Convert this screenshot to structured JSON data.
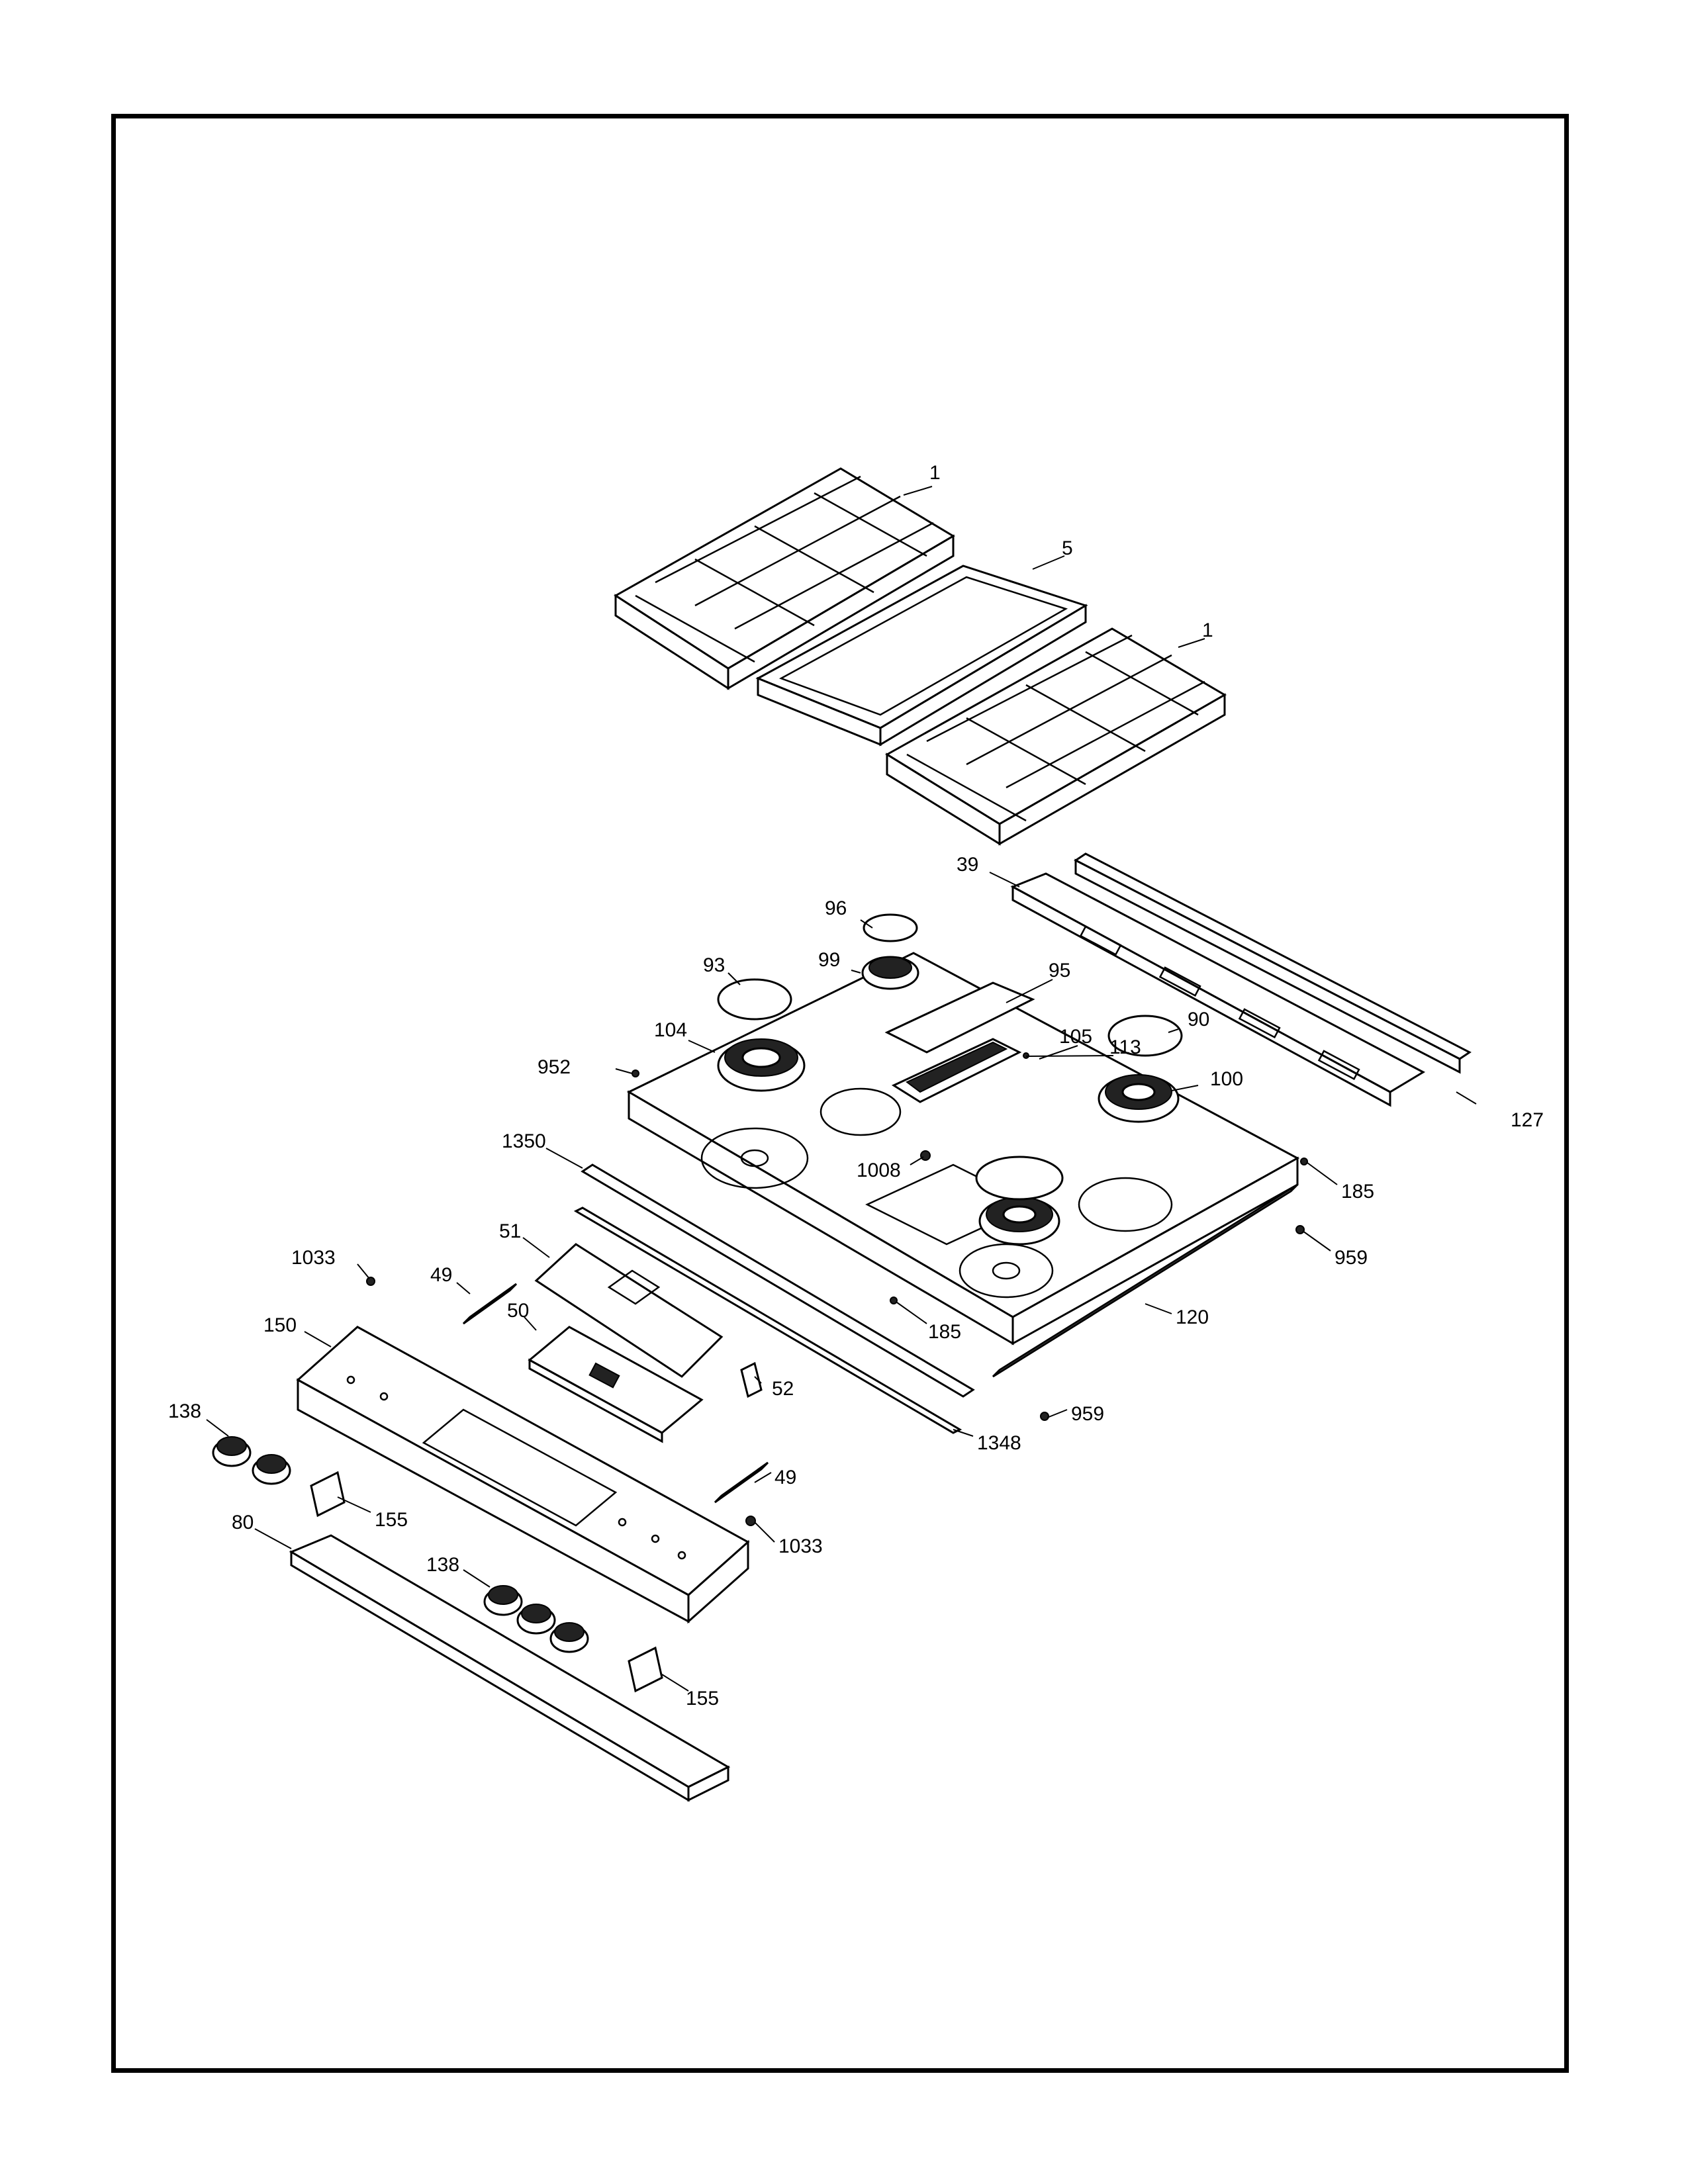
{
  "diagram": {
    "colors": {
      "line": "#000000",
      "background": "#ffffff",
      "frame": "#000000"
    },
    "callouts": [
      {
        "id": "c1a",
        "label": "1"
      },
      {
        "id": "c5",
        "label": "5"
      },
      {
        "id": "c1b",
        "label": "1"
      },
      {
        "id": "c39",
        "label": "39"
      },
      {
        "id": "c96",
        "label": "96"
      },
      {
        "id": "c93",
        "label": "93"
      },
      {
        "id": "c99",
        "label": "99"
      },
      {
        "id": "c95",
        "label": "95"
      },
      {
        "id": "c104",
        "label": "104"
      },
      {
        "id": "c105",
        "label": "105"
      },
      {
        "id": "c113",
        "label": "113"
      },
      {
        "id": "c90",
        "label": "90"
      },
      {
        "id": "c952",
        "label": "952"
      },
      {
        "id": "c100",
        "label": "100"
      },
      {
        "id": "c127",
        "label": "127"
      },
      {
        "id": "c1350",
        "label": "1350"
      },
      {
        "id": "c1008",
        "label": "1008"
      },
      {
        "id": "c185a",
        "label": "185"
      },
      {
        "id": "c51",
        "label": "51"
      },
      {
        "id": "c959a",
        "label": "959"
      },
      {
        "id": "c1033a",
        "label": "1033"
      },
      {
        "id": "c49a",
        "label": "49"
      },
      {
        "id": "c50",
        "label": "50"
      },
      {
        "id": "c185b",
        "label": "185"
      },
      {
        "id": "c120",
        "label": "120"
      },
      {
        "id": "c150",
        "label": "150"
      },
      {
        "id": "c52",
        "label": "52"
      },
      {
        "id": "c959b",
        "label": "959"
      },
      {
        "id": "c138a",
        "label": "138"
      },
      {
        "id": "c1348",
        "label": "1348"
      },
      {
        "id": "c49b",
        "label": "49"
      },
      {
        "id": "c155a",
        "label": "155"
      },
      {
        "id": "c80",
        "label": "80"
      },
      {
        "id": "c1033b",
        "label": "1033"
      },
      {
        "id": "c138b",
        "label": "138"
      },
      {
        "id": "c155b",
        "label": "155"
      }
    ]
  }
}
